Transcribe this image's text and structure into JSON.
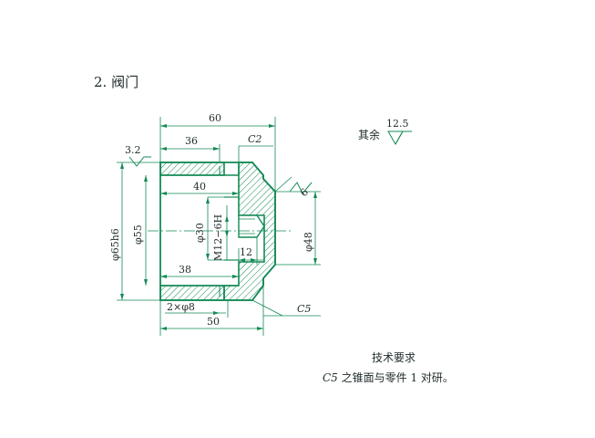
{
  "heading": "2. 阀门",
  "roughness": {
    "other_label": "其余",
    "other_value": "12.5",
    "bore_value": "3.2",
    "cone_value": "6"
  },
  "dimensions": {
    "overall_length": "60",
    "length_36": "36",
    "chamfer_c2": "C2",
    "length_40": "40",
    "length_38": "38",
    "outer_dia": "φ65h6",
    "bore_dia": "φ55",
    "hub_dia": "φ30",
    "thread": "M12−6H",
    "thread_depth": "12",
    "cone_dia": "φ48",
    "holes": "2×φ8",
    "length_50": "50",
    "chamfer_c5": "C5"
  },
  "requirements": {
    "title": "技术要求",
    "text_italic": "C5",
    "text": " 之锥面与零件 1 对研。"
  },
  "colors": {
    "line": "#138a55",
    "text": "#1f2a2a",
    "background": "#ffffff"
  }
}
